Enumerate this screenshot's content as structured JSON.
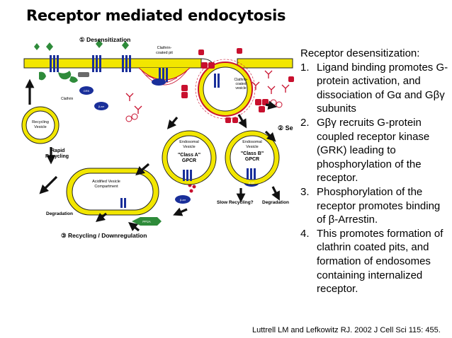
{
  "slide": {
    "title": "Receptor mediated endocytosis",
    "citation": "Luttrell LM and Lefkowitz RJ. 2002 J Cell Sci 115: 455."
  },
  "text_panel": {
    "heading": "Receptor desensitization:",
    "items": [
      {
        "num": "1.",
        "text": "Ligand binding promotes G-protein activation, and dissociation of Gα and Gβγ subunits"
      },
      {
        "num": "2.",
        "text": "Gβγ recruits G-protein coupled receptor kinase (GRK) leading to phosphorylation of the receptor."
      },
      {
        "num": "3.",
        "text": "Phosphorylation of the receptor promotes binding of β-Arrestin."
      },
      {
        "num": "4.",
        "text": "This promotes formation of clathrin coated pits, and formation of endosomes containing internalized receptor."
      }
    ]
  },
  "diagram": {
    "step1": "① Desensitization",
    "step2": "② Se",
    "step3": "③ Recycling / Downregulation",
    "clathrin_pit": [
      "Clathrin-",
      "coated pit"
    ],
    "clathrin_vesicle": [
      "Clathrin-",
      "coated",
      "vesicle"
    ],
    "clathrin": "Clathrin",
    "recycling_vesicle": [
      "Recycling",
      "Vesicle"
    ],
    "rapid_recycling": [
      "Rapid",
      "Recycling"
    ],
    "endosomal_a": [
      "Endosomal",
      "Vesicle"
    ],
    "class_a": [
      "\"Class A\"",
      "GPCR"
    ],
    "endosomal_b": [
      "Endosomal",
      "Vesicle"
    ],
    "class_b": [
      "\"Class B\"",
      "GPCR"
    ],
    "acidified": [
      "Acidified Vesicle",
      "Compartment"
    ],
    "slow_recycling": "Slow Recycling?",
    "degradation_right": "Degradation",
    "degradation_left": "Degradation",
    "pp2a": "PP2A",
    "grk": "GRK",
    "barr": "β-arr"
  },
  "colors": {
    "membrane": "#f2e600",
    "outline": "#222222",
    "receptor": "#1a2f9a",
    "red": "#c8102e",
    "green": "#2e8b3a"
  }
}
